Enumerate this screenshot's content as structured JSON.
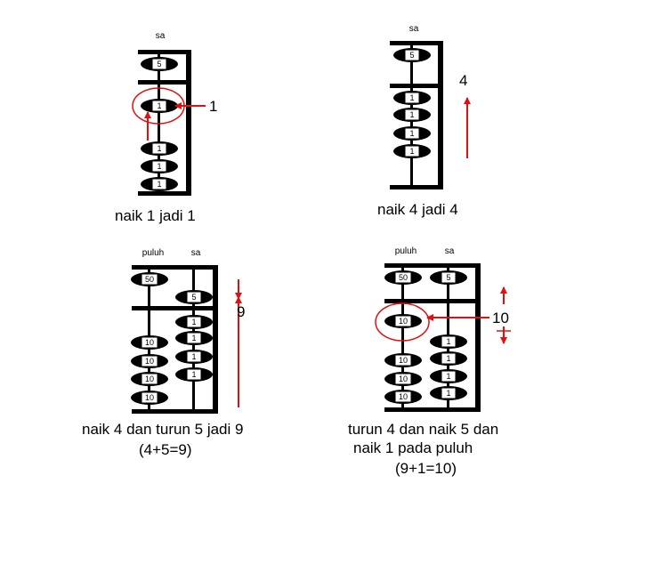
{
  "colors": {
    "ink": "#000000",
    "accent": "#e01010",
    "bead_face": "#ffffff"
  },
  "panels": [
    {
      "rod_labels": [
        "sa"
      ],
      "bead_labels": {
        "upper": "5",
        "lower": [
          "1",
          "1",
          "1",
          "1"
        ]
      },
      "number": "1",
      "caption": [
        "naik 1 jadi 1"
      ]
    },
    {
      "rod_labels": [
        "sa"
      ],
      "bead_labels": {
        "upper": "5",
        "lower": [
          "1",
          "1",
          "1",
          "1"
        ]
      },
      "number": "4",
      "caption": [
        "naik 4 jadi 4"
      ]
    },
    {
      "rod_labels": [
        "puluh",
        "sa"
      ],
      "bead_labels": {
        "tens_upper": "50",
        "tens_lower": [
          "10",
          "10",
          "10",
          "10"
        ],
        "ones_upper": "5",
        "ones_lower": [
          "1",
          "1",
          "1",
          "1"
        ]
      },
      "number": "9",
      "caption": [
        "naik 4 dan turun 5 jadi 9",
        "(4+5=9)"
      ]
    },
    {
      "rod_labels": [
        "puluh",
        "sa"
      ],
      "bead_labels": {
        "tens_upper": "50",
        "tens_lower": [
          "10",
          "10",
          "10",
          "10"
        ],
        "ones_upper": "5",
        "ones_lower": [
          "1",
          "1",
          "1",
          "1"
        ]
      },
      "number": "10",
      "caption": [
        "turun 4 dan naik 5 dan",
        "naik 1 pada puluh",
        "(9+1=10)"
      ]
    }
  ]
}
